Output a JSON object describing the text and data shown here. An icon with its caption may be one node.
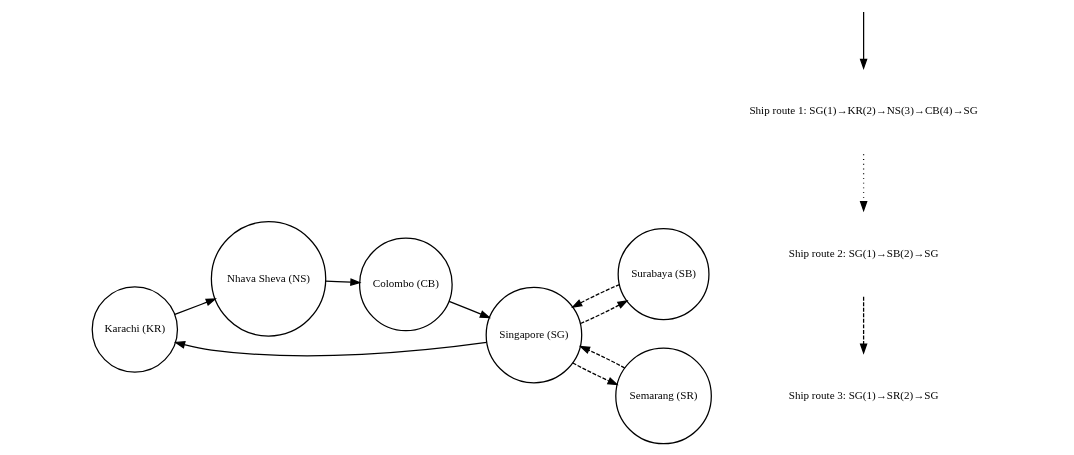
{
  "diagram": {
    "nodes": [
      {
        "text": [
          "Karachi (KR)"
        ]
      },
      {
        "text": [
          "Nhava Sheva (NS)"
        ]
      },
      {
        "text": [
          "Colombo (CB)"
        ]
      },
      {
        "text": [
          "Singapore (SG)"
        ]
      },
      {
        "text": [
          "Surabaya (SB)"
        ]
      },
      {
        "text": [
          "Semarang (SR)"
        ]
      }
    ],
    "edges": [
      {
        "from": 0,
        "to": 1,
        "arrow": "to"
      },
      {
        "from": 1,
        "to": 2,
        "arrow": "to"
      },
      {
        "from": 2,
        "to": 3,
        "arrow": "to"
      },
      {
        "from": 3,
        "to": 0,
        "arrow": "to"
      },
      {
        "from": 3,
        "to": 4,
        "arrow": "to",
        "style": "dashed"
      },
      {
        "from": 4,
        "to": 3,
        "arrow": "to",
        "style": "dashed"
      },
      {
        "from": 3,
        "to": 5,
        "arrow": "to",
        "style": "dashed"
      },
      {
        "from": 5,
        "to": 3,
        "arrow": "to",
        "style": "dashed"
      }
    ],
    "legend": [
      {
        "text": "Ship route 1: SG(1)→KR(2)→NS(3)→CB(4)→SG"
      },
      {
        "text": "Ship route 2: SG(1)→SB(2)→SG"
      },
      {
        "text": "Ship route 3: SG(1)→SR(2)→SG"
      }
    ]
  }
}
